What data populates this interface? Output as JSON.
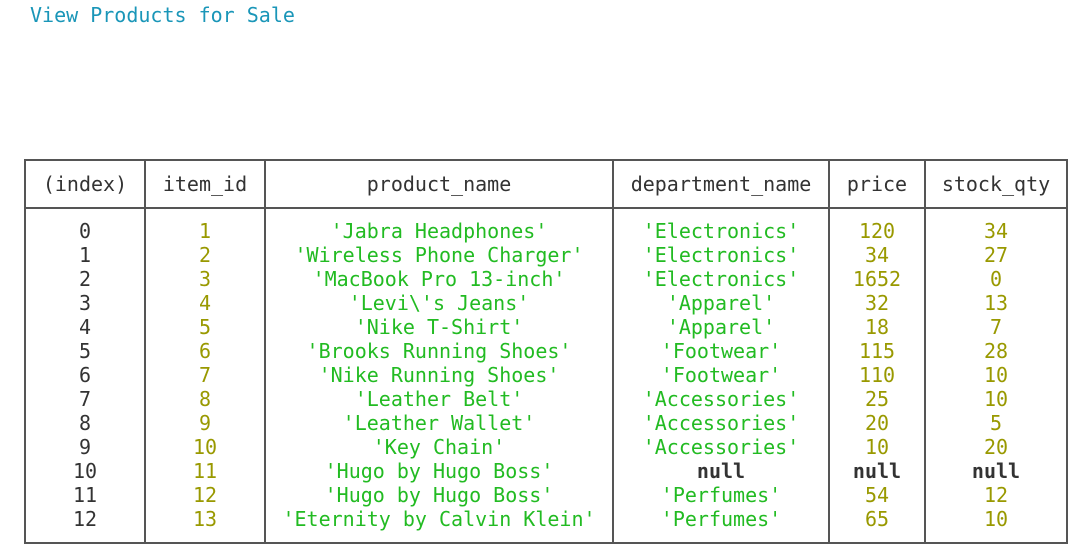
{
  "heading": "View Products for Sale",
  "table": {
    "columns": [
      "(index)",
      "item_id",
      "product_name",
      "department_name",
      "price",
      "stock_qty"
    ],
    "rows": [
      {
        "index": "0",
        "item_id": "1",
        "product_name": "'Jabra Headphones'",
        "department_name": "'Electronics'",
        "price": "120",
        "stock_qty": "34"
      },
      {
        "index": "1",
        "item_id": "2",
        "product_name": "'Wireless Phone Charger'",
        "department_name": "'Electronics'",
        "price": "34",
        "stock_qty": "27"
      },
      {
        "index": "2",
        "item_id": "3",
        "product_name": "'MacBook Pro 13-inch'",
        "department_name": "'Electronics'",
        "price": "1652",
        "stock_qty": "0"
      },
      {
        "index": "3",
        "item_id": "4",
        "product_name": "'Levi\\'s Jeans'",
        "department_name": "'Apparel'",
        "price": "32",
        "stock_qty": "13"
      },
      {
        "index": "4",
        "item_id": "5",
        "product_name": "'Nike T-Shirt'",
        "department_name": "'Apparel'",
        "price": "18",
        "stock_qty": "7"
      },
      {
        "index": "5",
        "item_id": "6",
        "product_name": "'Brooks Running Shoes'",
        "department_name": "'Footwear'",
        "price": "115",
        "stock_qty": "28"
      },
      {
        "index": "6",
        "item_id": "7",
        "product_name": "'Nike Running Shoes'",
        "department_name": "'Footwear'",
        "price": "110",
        "stock_qty": "10"
      },
      {
        "index": "7",
        "item_id": "8",
        "product_name": "'Leather Belt'",
        "department_name": "'Accessories'",
        "price": "25",
        "stock_qty": "10"
      },
      {
        "index": "8",
        "item_id": "9",
        "product_name": "'Leather Wallet'",
        "department_name": "'Accessories'",
        "price": "20",
        "stock_qty": "5"
      },
      {
        "index": "9",
        "item_id": "10",
        "product_name": "'Key Chain'",
        "department_name": "'Accessories'",
        "price": "10",
        "stock_qty": "20"
      },
      {
        "index": "10",
        "item_id": "11",
        "product_name": "'Hugo by Hugo Boss'",
        "department_name": "null",
        "price": "null",
        "stock_qty": "null"
      },
      {
        "index": "11",
        "item_id": "12",
        "product_name": "'Hugo by Hugo Boss'",
        "department_name": "'Perfumes'",
        "price": "54",
        "stock_qty": "12"
      },
      {
        "index": "12",
        "item_id": "13",
        "product_name": "'Eternity by Calvin Klein'",
        "department_name": "'Perfumes'",
        "price": "65",
        "stock_qty": "10"
      }
    ]
  },
  "colors": {
    "heading": "#1a96b8",
    "string_value": "#22bb22",
    "number_value": "#999900",
    "null_value": "#333333",
    "border": "#555555"
  }
}
